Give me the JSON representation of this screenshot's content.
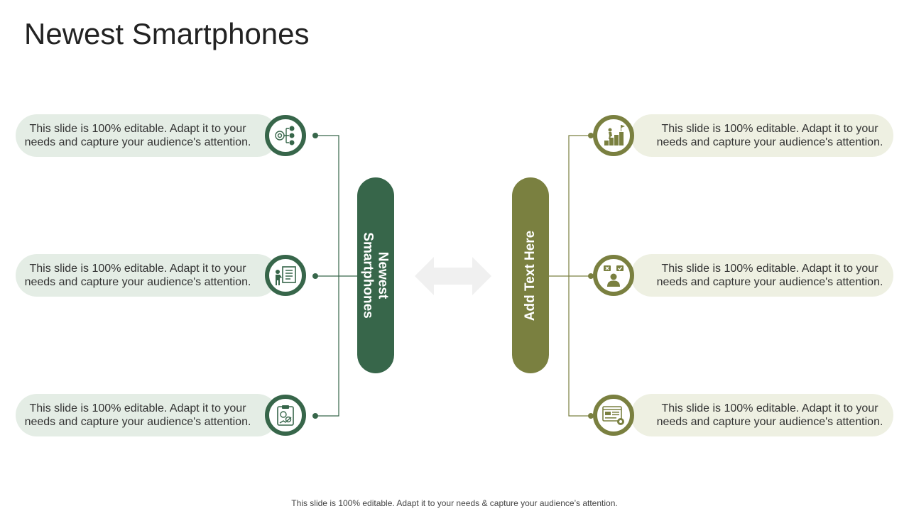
{
  "slide": {
    "title": "Newest Smartphones",
    "footer": "This slide is 100% editable. Adapt it to your needs & capture your audience’s attention.",
    "colors": {
      "green": "#37664a",
      "olive": "#7a8040",
      "green_light": "#e4ede5",
      "olive_light": "#eef0e2",
      "arrow": "#f0f0f0"
    }
  },
  "left_bar": {
    "label": "Newest Smartphones"
  },
  "right_bar": {
    "label": "Add Text Here"
  },
  "left_items": [
    {
      "text": "This slide is 100% editable. Adapt it to your needs and capture your audience's attention.",
      "icon": "network-flow-icon"
    },
    {
      "text": "This slide is 100% editable. Adapt it to your needs and capture your audience's attention.",
      "icon": "presenter-board-icon"
    },
    {
      "text": "This slide is 100% editable. Adapt it to your needs and capture your audience's attention.",
      "icon": "clipboard-gears-icon"
    }
  ],
  "right_items": [
    {
      "text": "This slide is 100% editable. Adapt it to your needs and capture your audience's attention.",
      "icon": "growth-stairs-flag-icon"
    },
    {
      "text": "This slide is 100% editable. Adapt it to your needs and capture your audience's attention.",
      "icon": "person-decision-icon"
    },
    {
      "text": "This slide is 100% editable. Adapt it to your needs and capture your audience's attention.",
      "icon": "browser-settings-icon"
    }
  ]
}
